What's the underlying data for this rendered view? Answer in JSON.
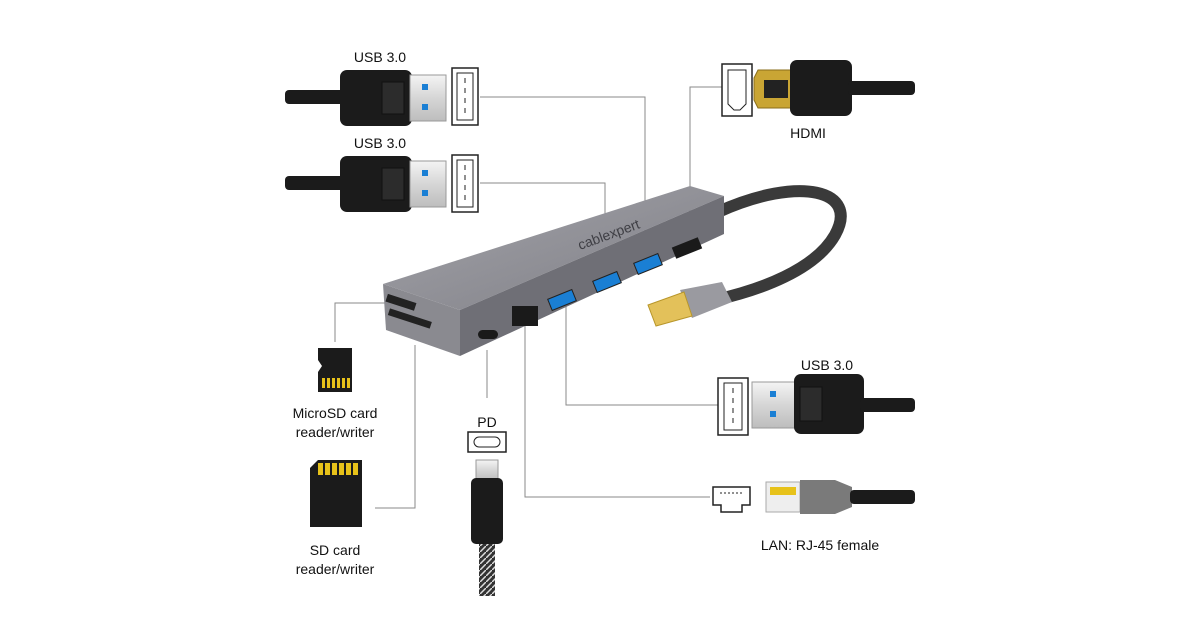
{
  "brand": "cablexpert",
  "labels": {
    "usb_top_1": "USB 3.0",
    "usb_top_2": "USB 3.0",
    "hdmi": "HDMI",
    "usb_right": "USB 3.0",
    "microsd_line1": "MicroSD card",
    "microsd_line2": "reader/writer",
    "sd_line1": "SD card",
    "sd_line2": "reader/writer",
    "pd": "PD",
    "lan": "LAN: RJ-45 female"
  },
  "colors": {
    "device": "#8e8e94",
    "usb_blue": "#1a7fd4",
    "connector_line": "#8a8a8a",
    "plug_black": "#1b1b1b",
    "card_gold": "#e7c21a"
  }
}
